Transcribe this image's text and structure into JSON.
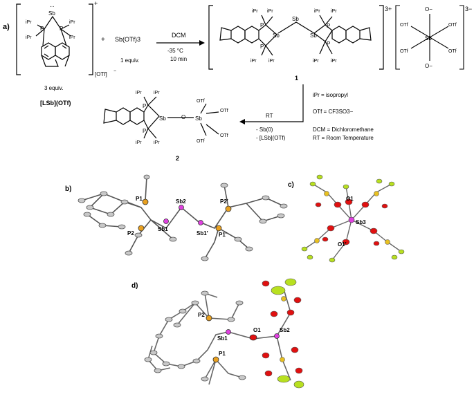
{
  "panels": {
    "a": "a)",
    "b": "b)",
    "c": "c)",
    "d": "d)"
  },
  "scheme": {
    "top_charge": "+",
    "counterion": "[OTf]",
    "counterion_charge": "−",
    "equiv3": "3 equiv.",
    "ligand_label": "[LSb](OTf)",
    "plus": "+",
    "reagent": "Sb(OTf)3",
    "reagent_equiv": "1 equiv.",
    "cond_solvent": "DCM",
    "cond_temp": "-35 °C",
    "cond_time": "10 min",
    "product1_label": "1",
    "product1_charge": "3+",
    "anion_charge": "3−",
    "legend_ipr": "iPr = isopropyl",
    "legend_otf": "OTf = CF3SO3−",
    "legend_dcm": "DCM = Dichloromethane",
    "legend_rt": "RT = Room Temperature",
    "rt": "RT",
    "byproduct1": "- Sb(0)",
    "byproduct2": "- [LSb](OTf)",
    "product2_label": "2",
    "atoms": {
      "sb": "Sb",
      "p": "P",
      "ipr": "iPr",
      "otf": "OTf",
      "o": "O",
      "ominus": "O−"
    }
  },
  "crystal": {
    "b": [
      "P1",
      "Sb2",
      "P2′",
      "Sb1",
      "P2",
      "Sb1′",
      "P1′"
    ],
    "c": [
      "O1",
      "Sb3",
      "O1′"
    ],
    "d": [
      "P2",
      "Sb1",
      "O1",
      "Sb2",
      "P1"
    ]
  },
  "colors": {
    "sb": "#e040e0",
    "p": "#e8a020",
    "o": "#e01010",
    "f": "#b8e020",
    "s": "#e8c020",
    "c": "#9a9a9a"
  }
}
